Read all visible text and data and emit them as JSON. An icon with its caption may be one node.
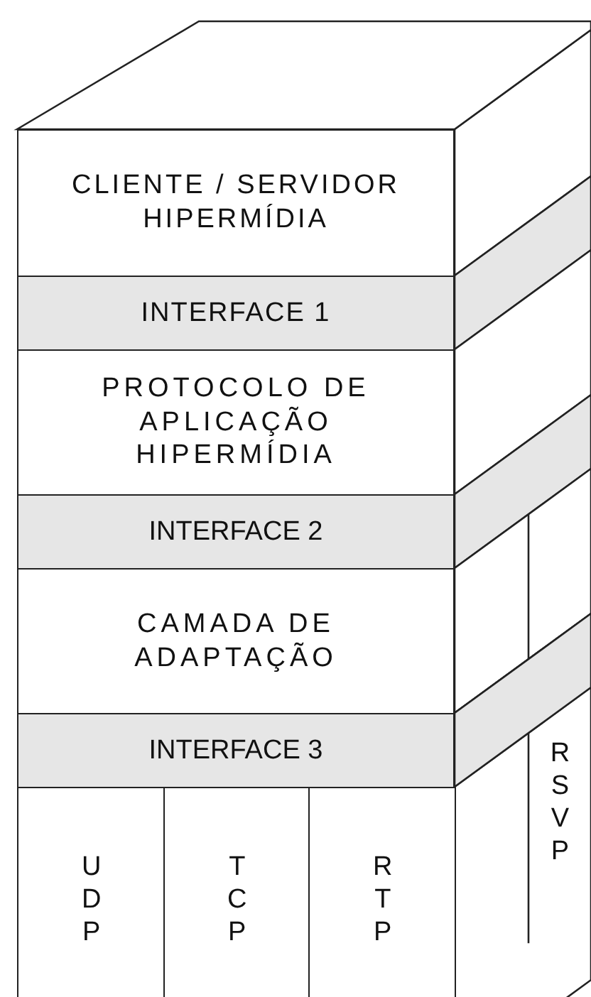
{
  "diagram": {
    "nodes": [
      {
        "text": [
          "CLIENTE / SERVIDOR HIPERMÍDIA"
        ]
      },
      {
        "text": [
          "INTERFACE 1"
        ]
      },
      {
        "text": [
          "PROTOCOLO DE APLICAÇÃO HIPERMÍDIA"
        ]
      },
      {
        "text": [
          "INTERFACE 2"
        ]
      },
      {
        "text": [
          "CAMADA DE ADAPTAÇÃO"
        ]
      },
      {
        "text": [
          "INTERFACE 3"
        ]
      },
      {
        "text": [
          "UDP"
        ]
      },
      {
        "text": [
          "TCP"
        ]
      },
      {
        "text": [
          "RTP"
        ]
      },
      {
        "text": [
          "RSVP"
        ]
      }
    ]
  }
}
